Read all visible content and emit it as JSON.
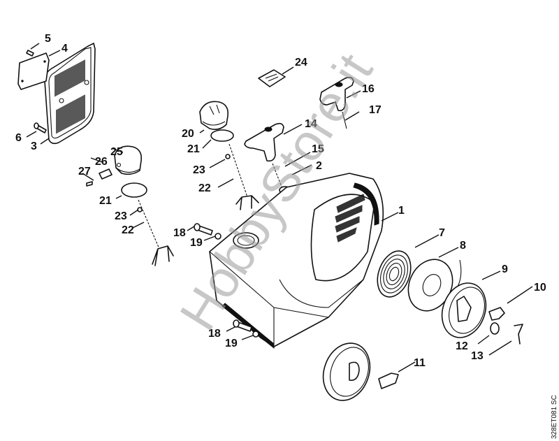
{
  "diagram": {
    "type": "exploded-parts-diagram",
    "watermark": "HobbyStore.it",
    "reference_code": "328ET081 SC",
    "callouts": [
      {
        "id": "1",
        "part": "housing"
      },
      {
        "id": "2",
        "part": "grommet"
      },
      {
        "id": "3",
        "part": "air-filter-cover"
      },
      {
        "id": "4",
        "part": "plate"
      },
      {
        "id": "5",
        "part": "pin"
      },
      {
        "id": "6",
        "part": "screw"
      },
      {
        "id": "7",
        "part": "rewind-spring"
      },
      {
        "id": "8",
        "part": "spring-cover-washer"
      },
      {
        "id": "9",
        "part": "rope-rotor"
      },
      {
        "id": "10",
        "part": "pawl"
      },
      {
        "id": "11",
        "part": "pawl"
      },
      {
        "id": "12",
        "part": "washer"
      },
      {
        "id": "13",
        "part": "spring-clip"
      },
      {
        "id": "14",
        "part": "starter-grip"
      },
      {
        "id": "15",
        "part": "starter-rope"
      },
      {
        "id": "16",
        "part": "starter-grip"
      },
      {
        "id": "17",
        "part": "starter-rope"
      },
      {
        "id": "18",
        "part": "screw"
      },
      {
        "id": "19",
        "part": "washer"
      },
      {
        "id": "20",
        "part": "fuel-cap"
      },
      {
        "id": "21",
        "part": "o-ring"
      },
      {
        "id": "22",
        "part": "retaining-chain"
      },
      {
        "id": "23",
        "part": "screw"
      },
      {
        "id": "24",
        "part": "label"
      },
      {
        "id": "25",
        "part": "oil-cap"
      },
      {
        "id": "26",
        "part": "sleeve"
      },
      {
        "id": "27",
        "part": "pin"
      }
    ],
    "labels": {
      "c1": "1",
      "c2": "2",
      "c3": "3",
      "c4": "4",
      "c5": "5",
      "c6": "6",
      "c7": "7",
      "c8": "8",
      "c9": "9",
      "c10": "10",
      "c11": "11",
      "c12": "12",
      "c13": "13",
      "c14": "14",
      "c15": "15",
      "c16": "16",
      "c17": "17",
      "c18a": "18",
      "c18b": "18",
      "c19a": "19",
      "c19b": "19",
      "c20": "20",
      "c21a": "21",
      "c21b": "21",
      "c22a": "22",
      "c22b": "22",
      "c23a": "23",
      "c23b": "23",
      "c24": "24",
      "c25": "25",
      "c26": "26",
      "c27": "27"
    }
  }
}
